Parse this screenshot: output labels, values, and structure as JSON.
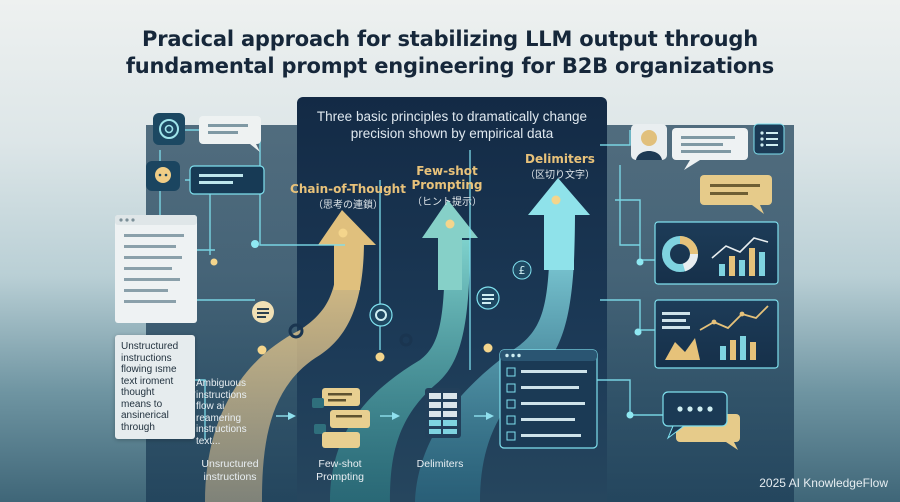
{
  "title": {
    "line1": "Pracical approach for stabilizing LLM output through",
    "line2": "fundamental prompt engineering for B2B organizations"
  },
  "subtitle": {
    "line1": "Three basic principles to dramatically change",
    "line2": "precision shown by empirical data"
  },
  "columns": [
    {
      "title_lines": [
        "Chain-of-Thought"
      ],
      "sub": "（思考の連鎖）",
      "color": "#e8c27a"
    },
    {
      "title_lines": [
        "Few-shot",
        "Prompting"
      ],
      "sub": "（ヒント提示）",
      "color": "#e8c27a"
    },
    {
      "title_lines": [
        "Delimiters"
      ],
      "sub": "（区切り文字）",
      "color": "#e8c27a"
    }
  ],
  "bottom_labels": {
    "unstructured": [
      "Unsructured",
      "instructions"
    ],
    "fewshot": [
      "Few-shot",
      "Prompting"
    ],
    "delimiters": [
      "Delimiters"
    ]
  },
  "unstructured_note": [
    "Unstructured",
    "instructions",
    "flowing ısme",
    "text iroment",
    "thought",
    "means to",
    "ansinerical",
    "through"
  ],
  "ambiguous_text": [
    "Ambiguous",
    "instructions",
    "flow ai",
    "reamering",
    "instructions",
    "text..."
  ],
  "footer": "2025 AI KnowledgeFlow",
  "colors": {
    "navy": "#132a45",
    "teal": "#3aa6a6",
    "gold": "#e6c27a",
    "cyan": "#7fe0ee",
    "cream": "#efe3c4"
  },
  "icons": [
    "openai-logo-icon",
    "chat-bubble-icon",
    "person-head-icon",
    "document-list-icon",
    "gear-icon",
    "pound-sign-icon",
    "donut-chart-icon",
    "bar-chart-icon",
    "line-chart-icon"
  ]
}
